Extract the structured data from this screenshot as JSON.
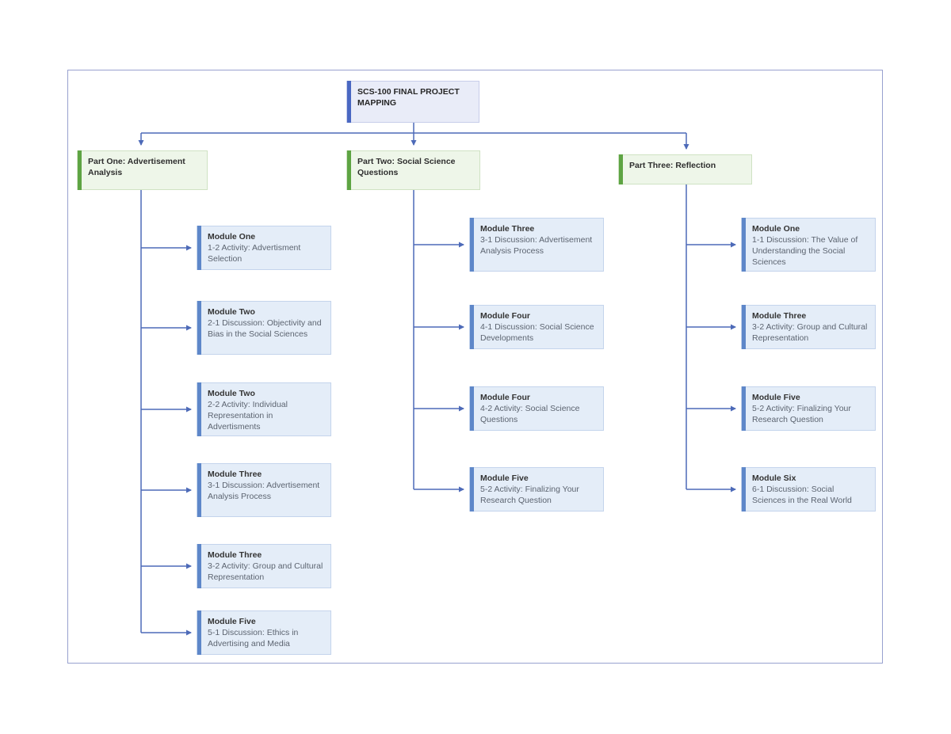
{
  "diagram": {
    "title": "SCS-100 FINAL PROJECT MAPPING",
    "colors": {
      "root_accent": "#4a68c2",
      "part_accent": "#5ea443",
      "module_accent": "#5e87c9",
      "connector": "#4d6ab8",
      "root_fill": "#e9ecf8",
      "part_fill": "#eef6e9",
      "module_fill": "#e4edf8"
    },
    "parts": [
      {
        "label": "Part One: Advertisement Analysis",
        "modules": [
          {
            "title": "Module One",
            "desc": "1-2 Activity: Advertisment Selection"
          },
          {
            "title": "Module Two",
            "desc": "2-1 Discussion: Objectivity and Bias in the Social Sciences"
          },
          {
            "title": "Module Two",
            "desc": "2-2 Activity: Individual Representation in Advertisments"
          },
          {
            "title": "Module Three",
            "desc": "3-1 Discussion: Advertisement Analysis Process"
          },
          {
            "title": "Module Three",
            "desc": "3-2 Activity: Group and Cultural Representation"
          },
          {
            "title": "Module Five",
            "desc": "5-1 Discussion: Ethics in Advertising and Media"
          }
        ]
      },
      {
        "label": "Part Two: Social Science Questions",
        "modules": [
          {
            "title": "Module Three",
            "desc": "3-1 Discussion: Advertisement Analysis Process"
          },
          {
            "title": "Module Four",
            "desc": "4-1 Discussion: Social Science Developments"
          },
          {
            "title": "Module Four",
            "desc": "4-2 Activity: Social Science Questions"
          },
          {
            "title": "Module Five",
            "desc": "5-2 Activity: Finalizing Your Research Question"
          }
        ]
      },
      {
        "label": "Part Three: Reflection",
        "modules": [
          {
            "title": "Module One",
            "desc": "1-1 Discussion: The Value of Understanding the Social Sciences"
          },
          {
            "title": "Module Three",
            "desc": "3-2 Activity: Group and Cultural Representation"
          },
          {
            "title": "Module Five",
            "desc": "5-2 Activity: Finalizing Your Research Question"
          },
          {
            "title": "Module Six",
            "desc": "6-1 Discussion: Social Sciences in the Real World"
          }
        ]
      }
    ]
  }
}
